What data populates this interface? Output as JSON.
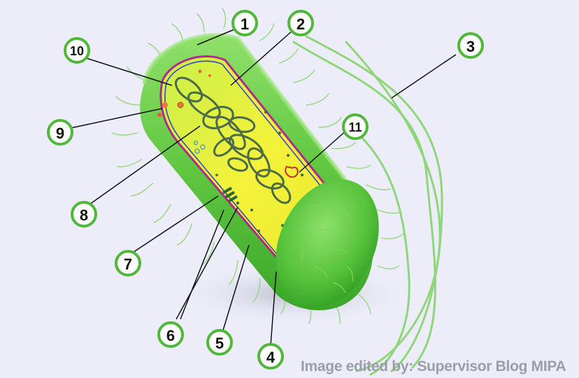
{
  "labels": [
    "1",
    "2",
    "3",
    "4",
    "5",
    "6",
    "7",
    "8",
    "9",
    "10",
    "11"
  ],
  "credit": "Image edited by: Supervisor Blog MIPA",
  "colors": {
    "background": "#ecedf9",
    "cell_wall": "#5cc040",
    "cytoplasm": "#f2f233",
    "plasma_membrane": "#b02a8a",
    "nucleoid": "#4a6a4a",
    "flagella": "#8fd67a",
    "badge_ring": "#4fb83a"
  },
  "icons": [
    "bacterium-illustration",
    "flagella",
    "pili",
    "nucleoid",
    "ribosomes",
    "plasmid",
    "number-badge"
  ]
}
